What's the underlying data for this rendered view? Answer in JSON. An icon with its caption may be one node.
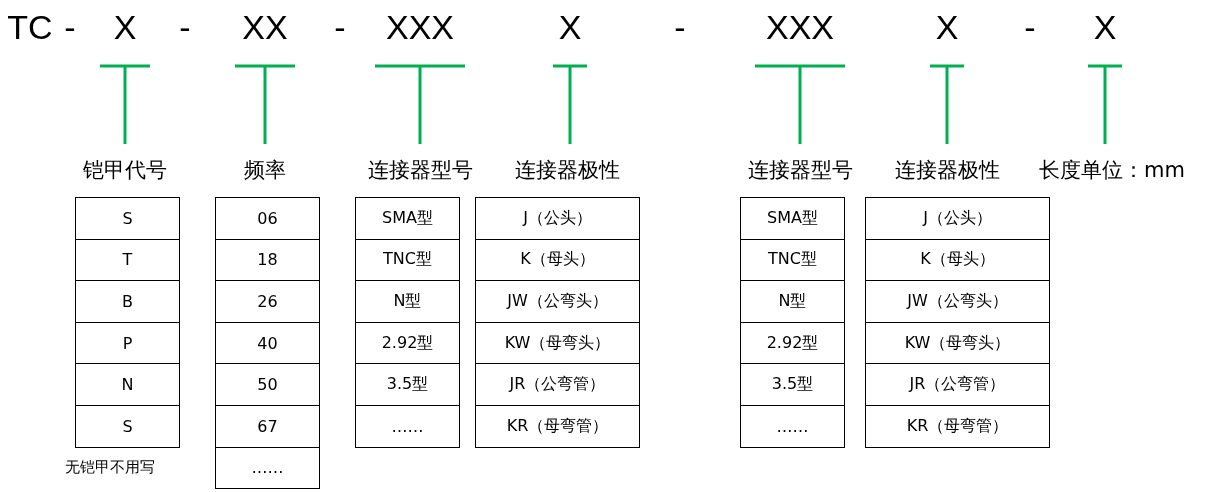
{
  "diagram": {
    "labels": [
      "TC",
      "-",
      "X",
      "-",
      "XX",
      "-",
      "XXX",
      "X",
      "-",
      "XXX",
      "X",
      "-",
      "X",
      "铠甲代号",
      "频率",
      "连接器型号",
      "连接器极性",
      "连接器型号",
      "连接器极性",
      "长度单位：mm",
      "S",
      "T",
      "B",
      "P",
      "N",
      "S",
      "无铠甲不用写",
      "06",
      "18",
      "26",
      "40",
      "50",
      "67",
      "……",
      "SMA型",
      "TNC型",
      "N型",
      "2.92型",
      "3.5型",
      "……",
      "J（公头）",
      "K（母头）",
      "JW（公弯头）",
      "KW（母弯头）",
      "JR（公弯管）",
      "KR（母弯管）",
      "SMA型",
      "TNC型",
      "N型",
      "2.92型",
      "3.5型",
      "……",
      "J（公头）",
      "K（母头）",
      "JW（公弯头）",
      "KW（母弯头）",
      "JR（公弯管）",
      "KR（母弯管）"
    ]
  }
}
